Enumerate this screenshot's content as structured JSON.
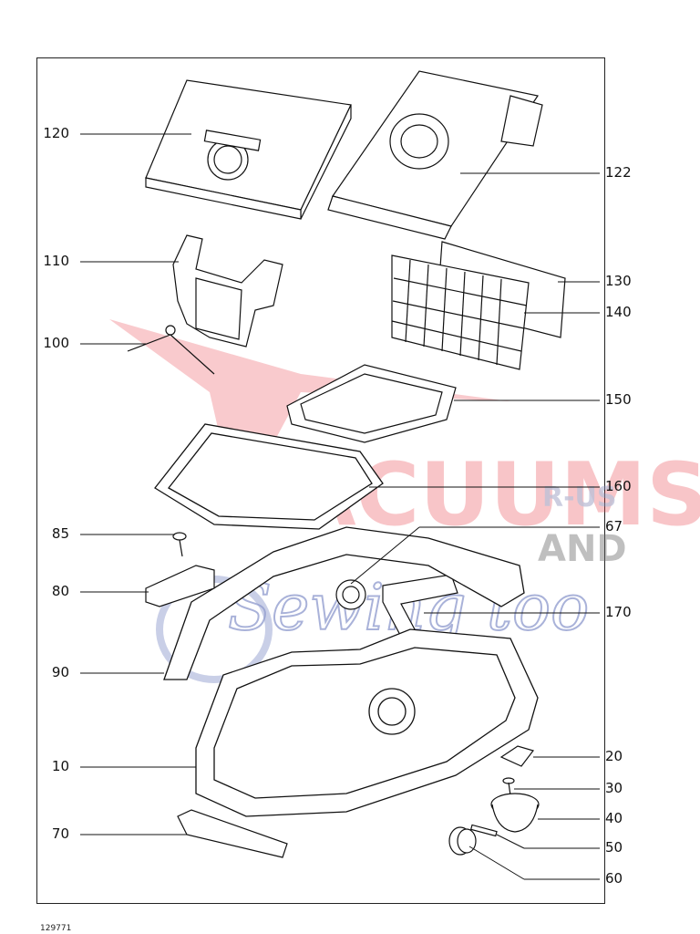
{
  "diagram": {
    "document_number": "129771",
    "labels_left": [
      "120",
      "110",
      "100",
      "85",
      "80",
      "90",
      "10",
      "70"
    ],
    "labels_right": [
      "122",
      "130",
      "140",
      "150",
      "160",
      "67",
      "170",
      "20",
      "30",
      "40",
      "50",
      "60"
    ]
  },
  "watermark": {
    "line1": "VACUUMS",
    "line2": "R-US",
    "line3": "AND",
    "line4": "Sewing too",
    "colors": {
      "red": "#e8404a",
      "grey": "#6f6f6f",
      "blue": "#3b4fa8"
    }
  }
}
